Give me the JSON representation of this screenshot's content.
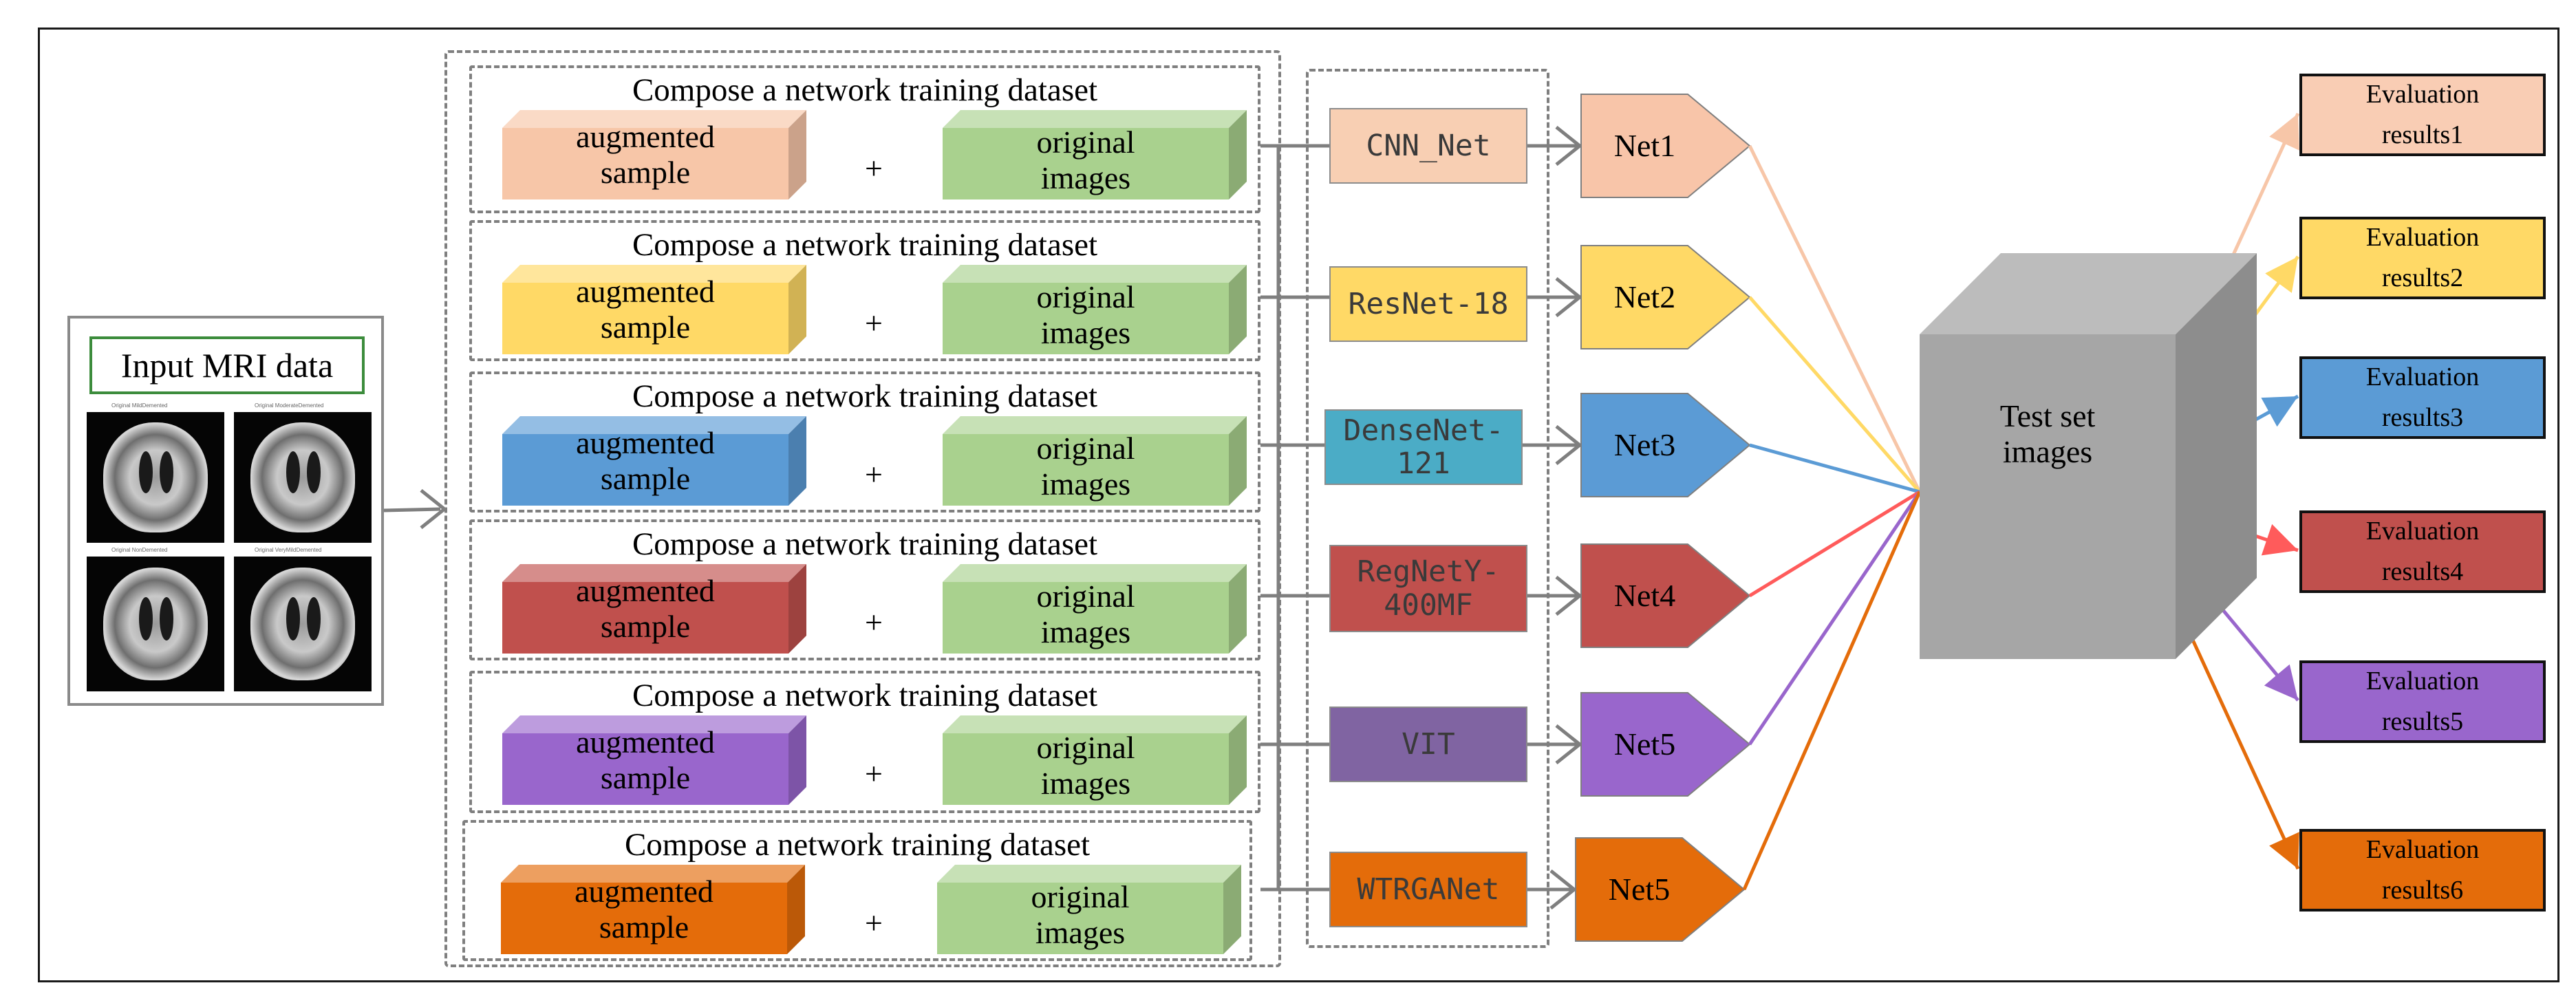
{
  "input": {
    "title": "Input MRI data",
    "thumb_labels": [
      "Original MildDemented",
      "Original ModerateDemented",
      "Original NonDemented",
      "Original VeryMildDemented"
    ]
  },
  "rows": [
    {
      "compose": "Compose a network training dataset",
      "augmented": "augmented\nsample",
      "plus": "+",
      "original": "original\nimages",
      "model": "CNN_Net",
      "net": "Net1",
      "eval": "Evaluation\nresults1",
      "color": "#f7c6a8",
      "model_color": "#f8cfb3",
      "net_color": "#f8c5a9",
      "eval_color": "#f9cdb4"
    },
    {
      "compose": "Compose a network training dataset",
      "augmented": "augmented\nsample",
      "plus": "+",
      "original": "original\nimages",
      "model": "ResNet-18",
      "net": "Net2",
      "eval": "Evaluation\nresults2",
      "color": "#ffd966",
      "model_color": "#ffd966",
      "net_color": "#ffd966",
      "eval_color": "#ffd966"
    },
    {
      "compose": "Compose a network training dataset",
      "augmented": "augmented\nsample",
      "plus": "+",
      "original": "original\nimages",
      "model": "DenseNet-\n121",
      "net": "Net3",
      "eval": "Evaluation\nresults3",
      "color": "#5b9bd5",
      "model_color": "#4bacc6",
      "net_color": "#5b9bd5",
      "eval_color": "#5b9bd5"
    },
    {
      "compose": "Compose a network training dataset",
      "augmented": "augmented\nsample",
      "plus": "+",
      "original": "original\nimages",
      "model": "RegNetY-\n400MF",
      "net": "Net4",
      "eval": "Evaluation\nresults4",
      "color": "#c0504d",
      "model_color": "#c0504d",
      "net_color": "#c0504d",
      "eval_color": "#c0504d"
    },
    {
      "compose": "Compose a network training dataset",
      "augmented": "augmented\nsample",
      "plus": "+",
      "original": "original\nimages",
      "model": "VIT",
      "net": "Net5",
      "eval": "Evaluation\nresults5",
      "color": "#9966cc",
      "model_color": "#8064a2",
      "net_color": "#9966cc",
      "eval_color": "#9966cc"
    },
    {
      "compose": "Compose a network training dataset",
      "augmented": "augmented\nsample",
      "plus": "+",
      "original": "original\nimages",
      "model": "WTRGANet",
      "net": "Net5",
      "eval": "Evaluation\nresults6",
      "color": "#e46c0a",
      "model_color": "#e46c0a",
      "net_color": "#e46c0a",
      "eval_color": "#e46c0a"
    }
  ],
  "original_color": "#a9d18e",
  "test_set": {
    "label": "Test set\nimages",
    "color": "#a6a6a6"
  },
  "line_colors": [
    "#f7c6a8",
    "#ffd966",
    "#5b9bd5",
    "#ff5b5b",
    "#9966cc",
    "#e46c0a"
  ],
  "connector_color": "#7f7f7f"
}
